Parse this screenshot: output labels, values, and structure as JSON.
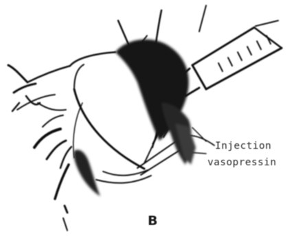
{
  "labels": {
    "line1": "Injection",
    "line2": "vasopressin"
  },
  "panel_letter": "B",
  "colors": {
    "ink": "#111111",
    "paper": "#ffffff",
    "shade": "#555555"
  }
}
